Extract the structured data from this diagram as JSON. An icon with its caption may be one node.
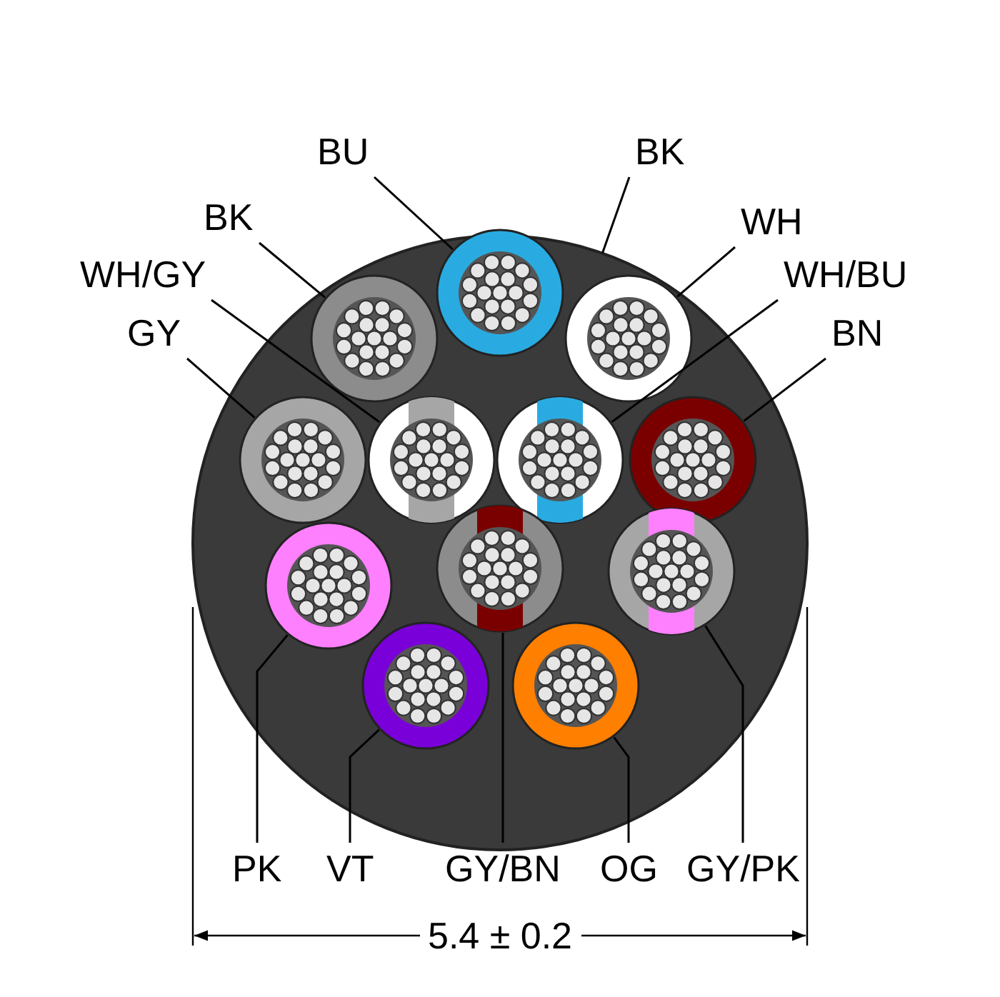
{
  "diagram": {
    "nodes": [
      {
        "text": [
          "BU"
        ]
      },
      {
        "text": [
          "BK"
        ]
      },
      {
        "text": [
          "BK"
        ]
      },
      {
        "text": [
          "WH"
        ]
      },
      {
        "text": [
          "WH/GY"
        ]
      },
      {
        "text": [
          "WH/BU"
        ]
      },
      {
        "text": [
          "GY"
        ]
      },
      {
        "text": [
          "BN"
        ]
      },
      {
        "text": [
          "PK"
        ]
      },
      {
        "text": [
          "VT"
        ]
      },
      {
        "text": [
          "GY/BN"
        ]
      },
      {
        "text": [
          "OG"
        ]
      },
      {
        "text": [
          "GY/PK"
        ]
      },
      {
        "text": [],
        "shape": "circle"
      },
      {
        "text": [],
        "shape": "circle",
        "in": 13
      },
      {
        "text": [],
        "shape": "circle",
        "in": 13
      },
      {
        "text": [],
        "shape": "circle",
        "in": 13
      },
      {
        "text": [],
        "shape": "circle",
        "in": 13
      },
      {
        "text": [],
        "shape": "circle",
        "in": 13
      },
      {
        "text": [],
        "shape": "circle",
        "in": 13
      },
      {
        "text": [],
        "shape": "circle",
        "in": 13
      },
      {
        "text": [],
        "shape": "circle",
        "in": 13
      },
      {
        "text": [],
        "shape": "circle",
        "in": 13
      },
      {
        "text": [],
        "shape": "circle",
        "in": 13
      },
      {
        "text": [],
        "shape": "circle",
        "in": 13
      },
      {
        "text": [],
        "shape": "circle",
        "in": 13
      }
    ],
    "edges": [
      {
        "from": 0,
        "to": 14,
        "arrow": "none"
      },
      {
        "from": 1,
        "to": 13,
        "arrow": "none"
      },
      {
        "from": 2,
        "to": 15,
        "arrow": "none"
      },
      {
        "from": 3,
        "to": 16,
        "arrow": "none"
      },
      {
        "from": 4,
        "to": 18,
        "arrow": "none"
      },
      {
        "from": 5,
        "to": 19,
        "arrow": "none"
      },
      {
        "from": 6,
        "to": 17,
        "arrow": "none"
      },
      {
        "from": 7,
        "to": 20,
        "arrow": "none"
      },
      {
        "from": 8,
        "to": 21,
        "arrow": "none"
      },
      {
        "from": 9,
        "to": 24,
        "arrow": "none"
      },
      {
        "from": 10,
        "to": 22,
        "arrow": "none"
      },
      {
        "from": 11,
        "to": 25,
        "arrow": "none"
      },
      {
        "from": 12,
        "to": 23,
        "arrow": "none"
      }
    ],
    "labels": [
      "5.4 ± 0.2"
    ]
  }
}
